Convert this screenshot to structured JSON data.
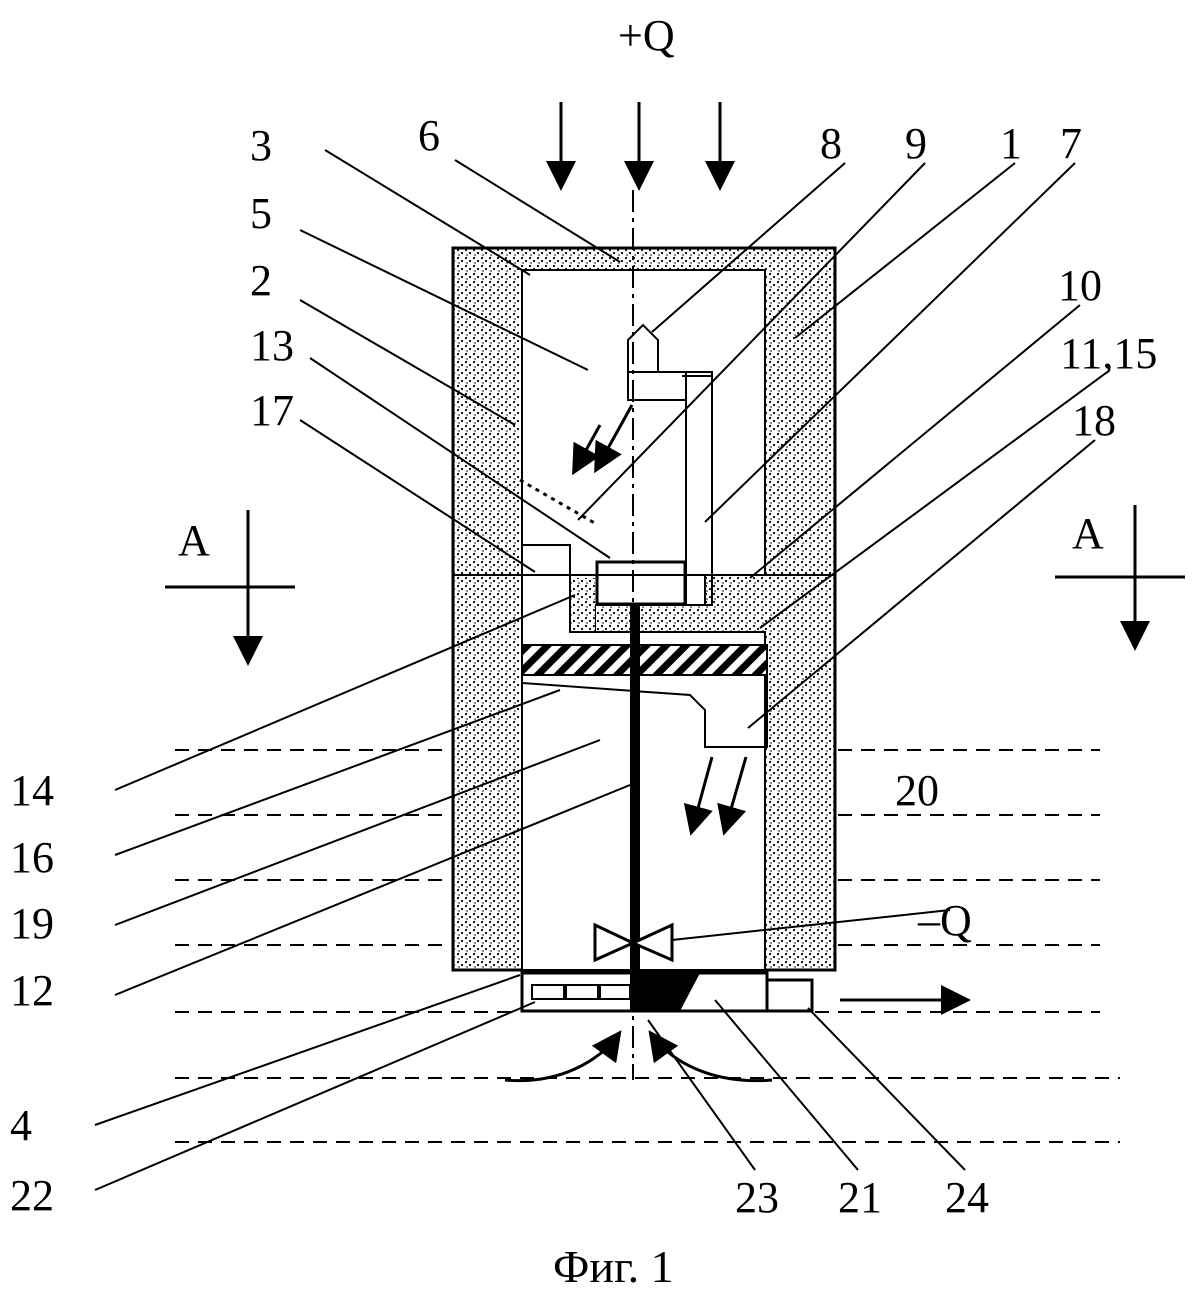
{
  "heat_in": "+Q",
  "heat_out": "–Q",
  "section_left": "A",
  "section_right": "A",
  "caption": "Фиг. 1",
  "labels": {
    "l3": "3",
    "l6": "6",
    "l8": "8",
    "l9": "9",
    "l1": "1",
    "l7": "7",
    "l5": "5",
    "l2": "2",
    "l13": "13",
    "l17": "17",
    "l10": "10",
    "l11_15": "11,15",
    "l18": "18",
    "l14": "14",
    "l16": "16",
    "l19": "19",
    "l12": "12",
    "l20": "20",
    "l4": "4",
    "l22": "22",
    "l23": "23",
    "l21": "21",
    "l24": "24"
  }
}
